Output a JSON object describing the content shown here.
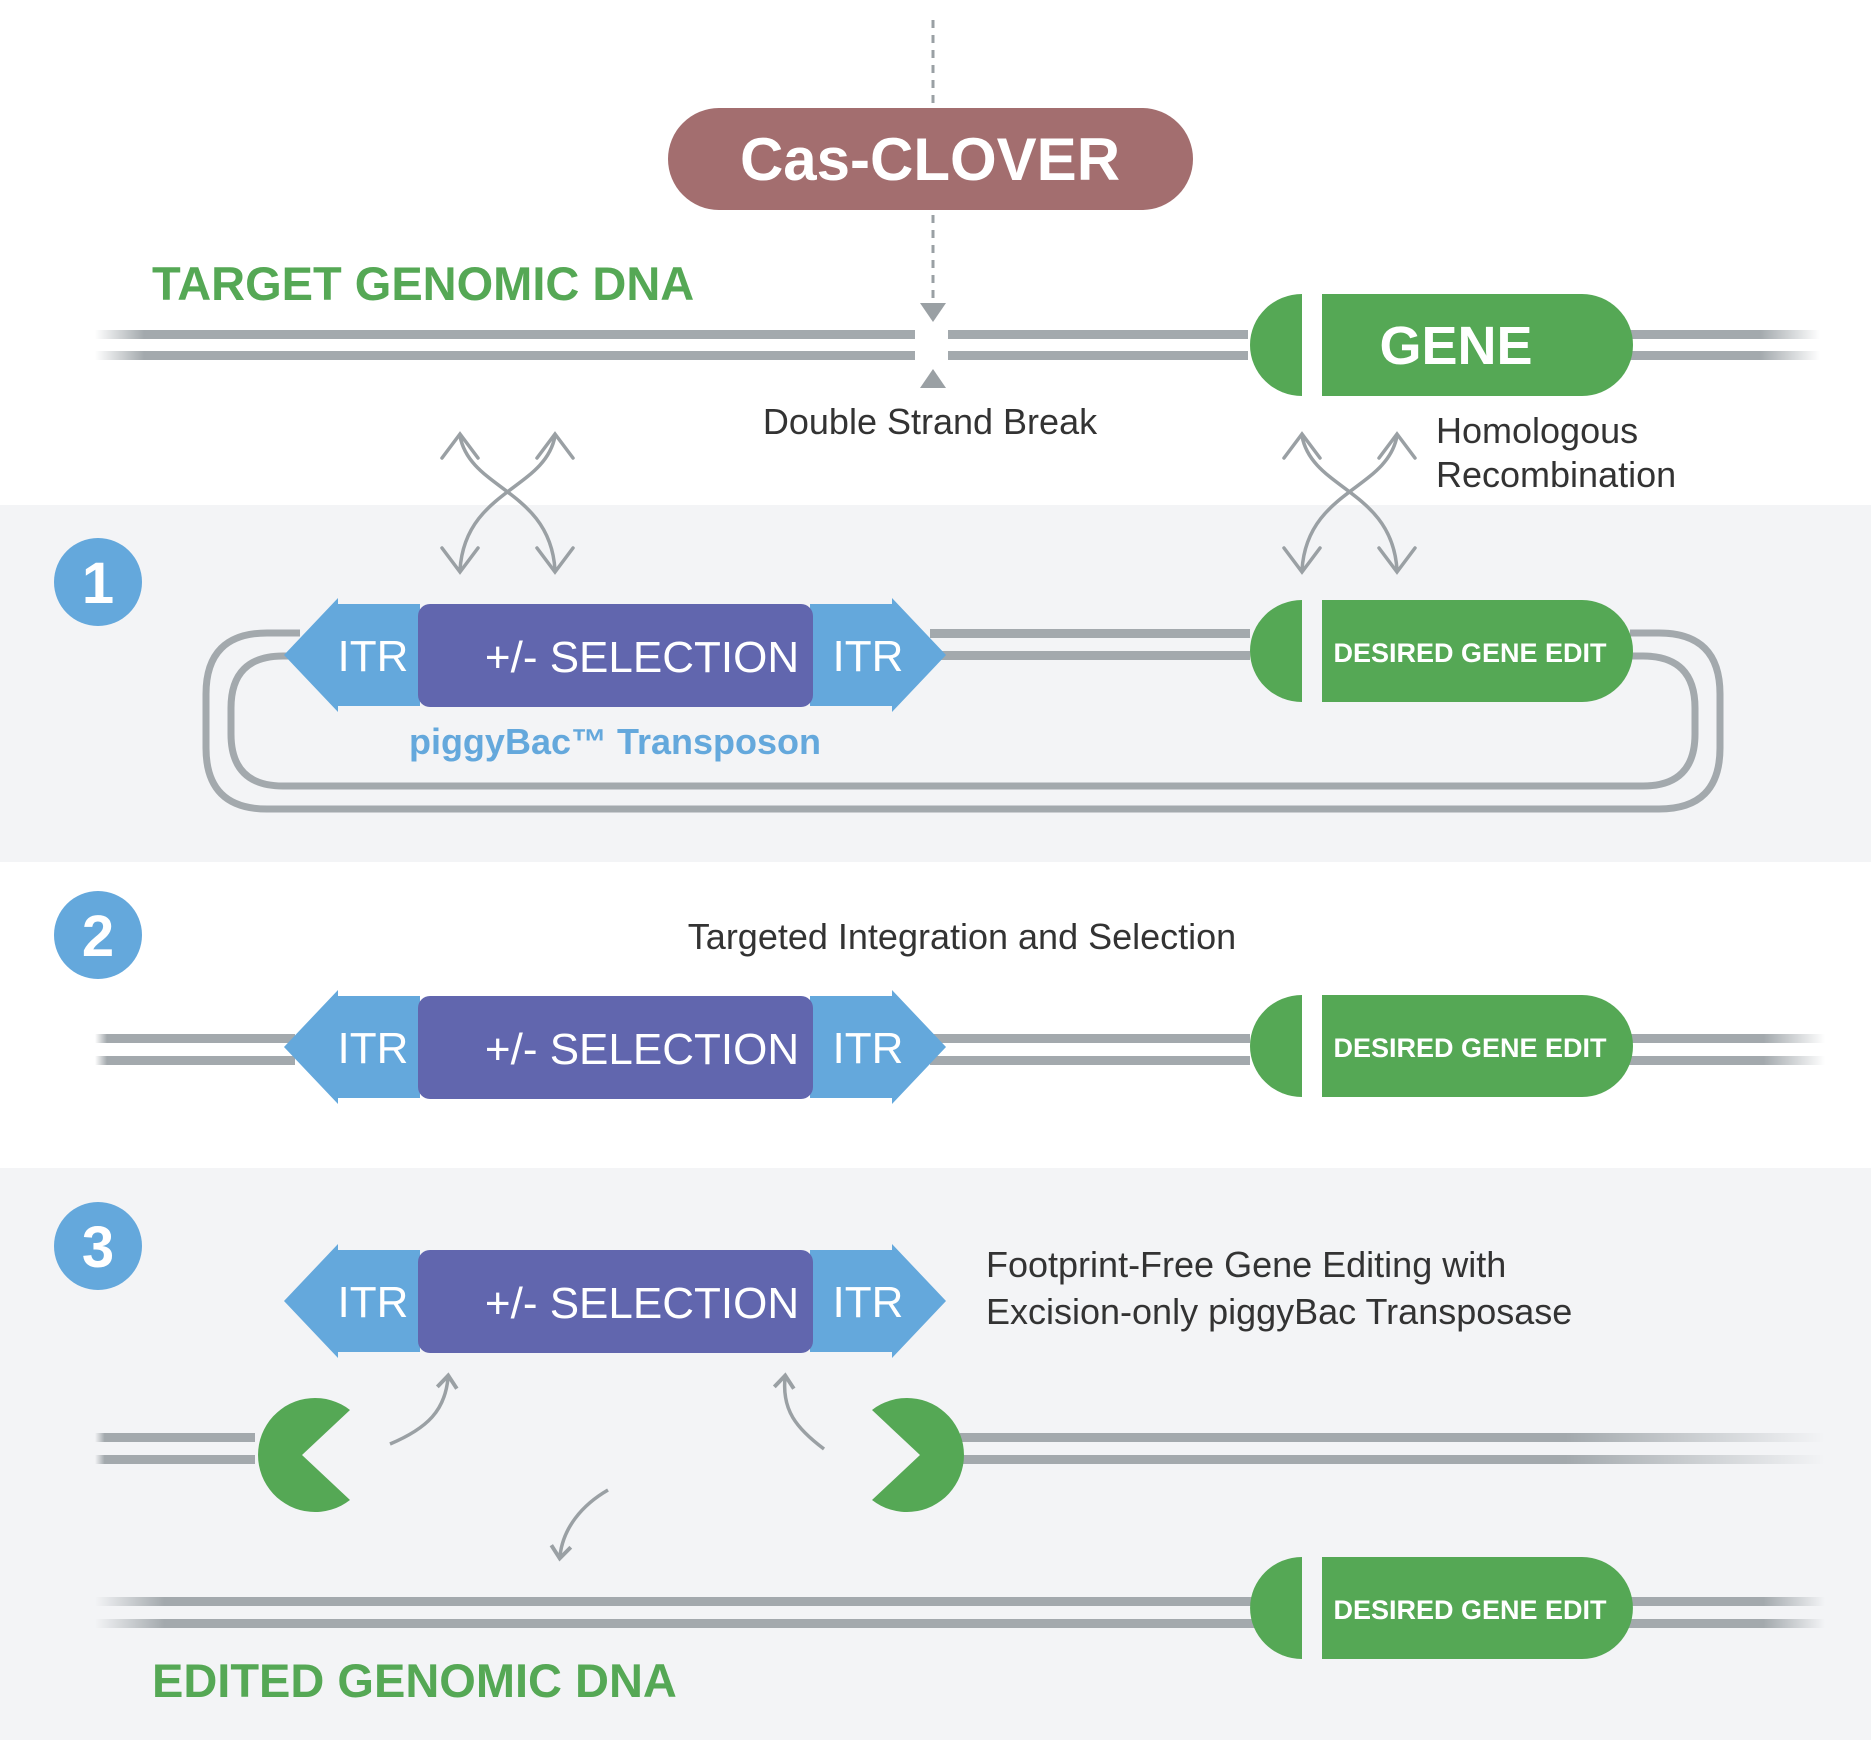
{
  "header": {
    "enzyme": "Cas-CLOVER",
    "target_title": "TARGET GENOMIC DNA",
    "gene": "GENE",
    "double_strand_break": "Double Strand Break",
    "homologous_line1": "Homologous",
    "homologous_line2": "Recombination"
  },
  "step1": {
    "number": "1",
    "itr_left": "ITR",
    "selection": "+/- SELECTION",
    "itr_right": "ITR",
    "transposon_label": "piggyBac™ Transposon",
    "gene_edit": "DESIRED GENE EDIT"
  },
  "step2": {
    "number": "2",
    "caption": "Targeted Integration and Selection",
    "itr_left": "ITR",
    "selection": "+/- SELECTION",
    "itr_right": "ITR",
    "gene_edit": "DESIRED GENE EDIT"
  },
  "step3": {
    "number": "3",
    "caption_line1": "Footprint-Free Gene Editing with",
    "caption_line2": "Excision-only piggyBac Transposase",
    "itr_left": "ITR",
    "selection": "+/- SELECTION",
    "itr_right": "ITR",
    "gene_edit": "DESIRED GENE EDIT",
    "edited_title": "EDITED GENOMIC DNA"
  },
  "colors": {
    "enzyme": "#a36e6f",
    "green": "#55a855",
    "itr_blue": "#64a8dc",
    "selection_purple": "#6166ae",
    "dna_gray": "#a3a9ad",
    "band_gray": "#f3f4f6",
    "arrow_gray": "#9aa0a4"
  }
}
